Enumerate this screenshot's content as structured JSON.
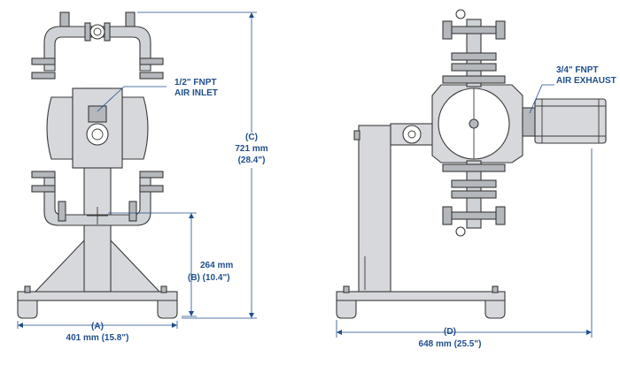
{
  "front_view": {
    "air_inlet_label_line1": "1/2\" FNPT",
    "air_inlet_label_line2": "AIR INLET",
    "height_label_line1": "(C)",
    "height_label_line2": "721 mm",
    "height_label_line3": "(28.4\")",
    "inlet_height_line1": "264 mm",
    "inlet_height_line2": "(B)  (10.4\")",
    "width_label_line1": "(A)",
    "width_label_line2": "401 mm (15.8\")"
  },
  "side_view": {
    "air_exhaust_label_line1": "3/4\" FNPT",
    "air_exhaust_label_line2": "AIR EXHAUST",
    "depth_label_line1": "(D)",
    "depth_label_line2": "648 mm (25.5\")"
  },
  "colors": {
    "dimension_blue": "#1f4e8c",
    "pump_gray": "#d6d8dc",
    "outline": "#3a3a3a"
  }
}
